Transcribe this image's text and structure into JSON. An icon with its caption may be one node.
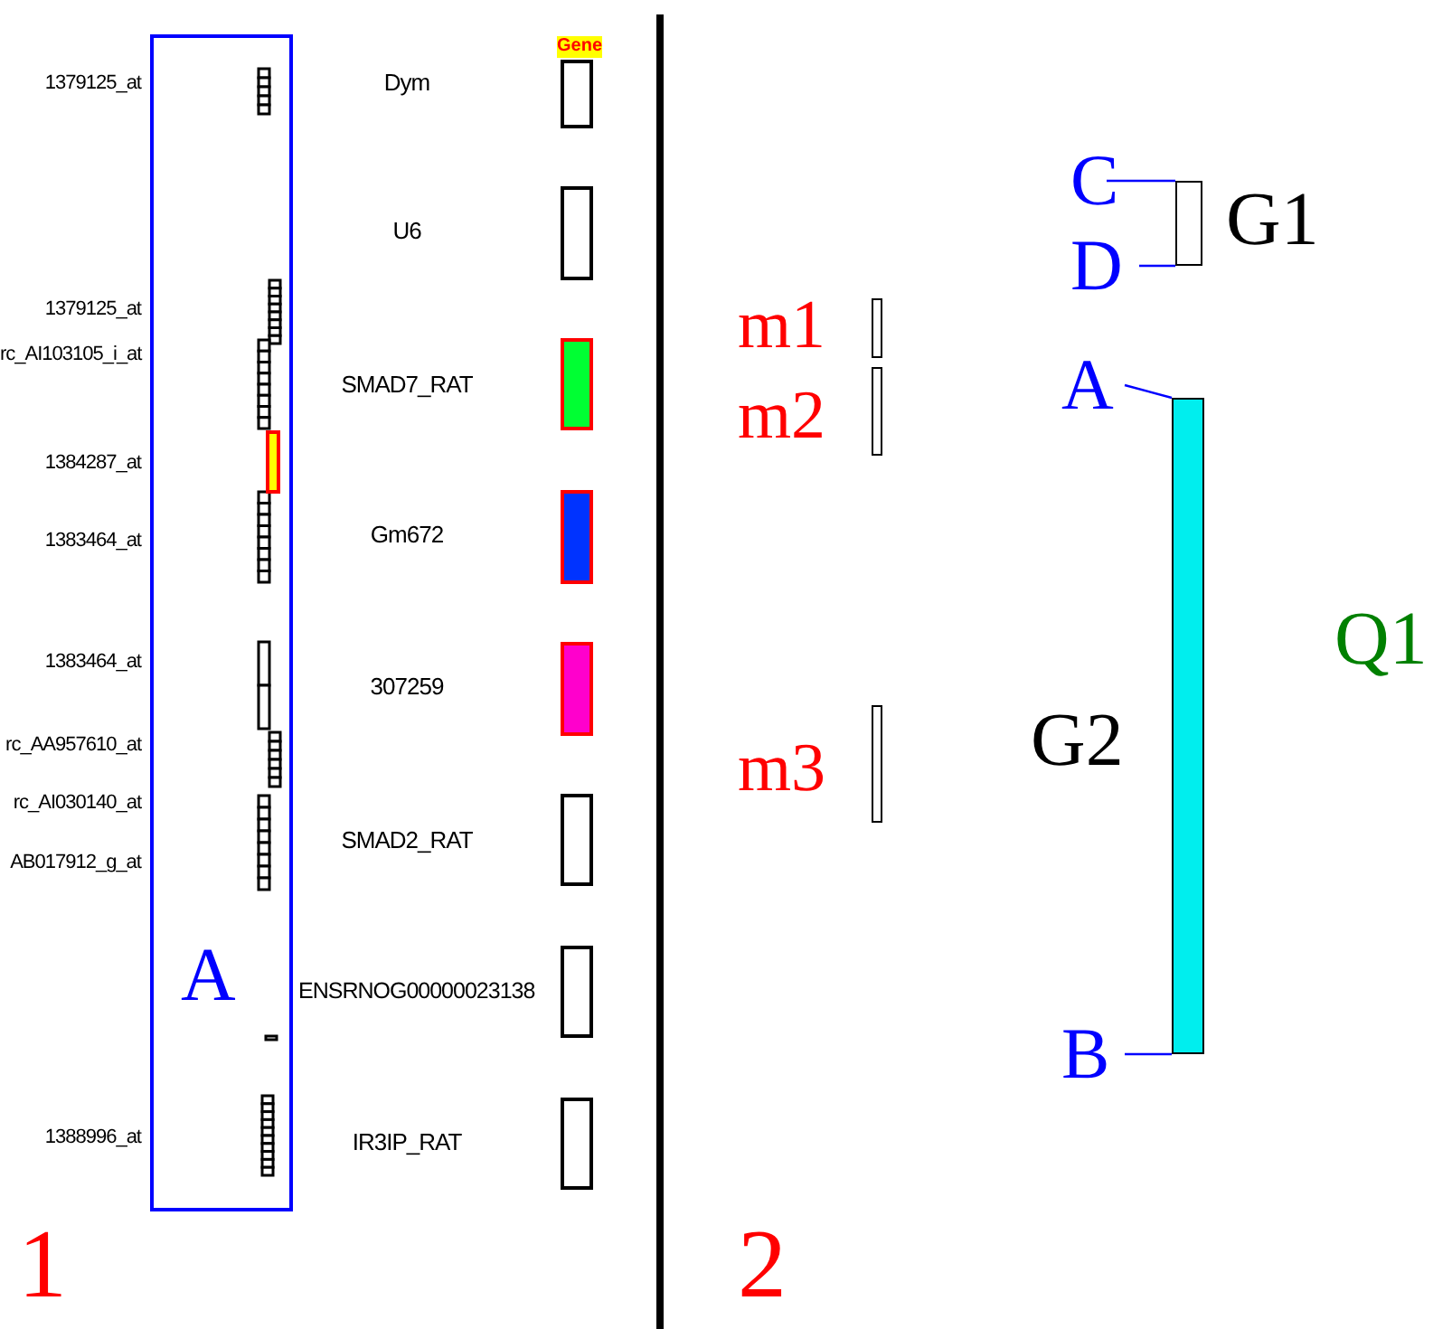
{
  "diagram": {
    "nodes": [
      {
        "text": [
          "A"
        ]
      },
      {
        "text": [],
        "shape": "box"
      },
      {
        "text": [],
        "shape": "box"
      },
      {
        "text": [],
        "shape": "box"
      },
      {
        "text": [],
        "shape": "box"
      },
      {
        "text": [],
        "shape": "box"
      },
      {
        "text": [],
        "shape": "box"
      },
      {
        "text": [],
        "shape": "box"
      },
      {
        "text": [],
        "shape": "box"
      },
      {
        "text": [],
        "shape": "box",
        "beside": [
          "m1"
        ]
      },
      {
        "text": [],
        "shape": "box",
        "beside": [
          "m2"
        ]
      },
      {
        "text": [],
        "shape": "box",
        "beside": [
          "m3"
        ]
      },
      {
        "text": [],
        "shape": "box",
        "beside": [
          "G1"
        ]
      },
      {
        "text": [],
        "shape": "bar",
        "beside": [
          "G2"
        ]
      },
      {
        "text": [
          "C"
        ]
      },
      {
        "text": [
          "D"
        ]
      },
      {
        "text": [
          "A"
        ]
      },
      {
        "text": [
          "B"
        ]
      }
    ],
    "edges": [
      {
        "from": 14,
        "to": 12,
        "arrow": "none"
      },
      {
        "from": 15,
        "to": 12,
        "arrow": "none"
      },
      {
        "from": 16,
        "to": 13,
        "arrow": "none"
      },
      {
        "from": 17,
        "to": 13,
        "arrow": "none"
      }
    ],
    "labels": [
      "1379125_at",
      "1379125_at",
      "rc_AI103105_i_at",
      "1384287_at",
      "1383464_at",
      "1383464_at",
      "rc_AA957610_at",
      "rc_AI030140_at",
      "AB017912_g_at",
      "1388996_at",
      "Gene",
      "Dym",
      "U6",
      "SMAD7_RAT",
      "Gm672",
      "307259",
      "SMAD2_RAT",
      "ENSRNOG00000023138",
      "IR3IP_RAT",
      "Q1",
      "1",
      "2"
    ]
  }
}
